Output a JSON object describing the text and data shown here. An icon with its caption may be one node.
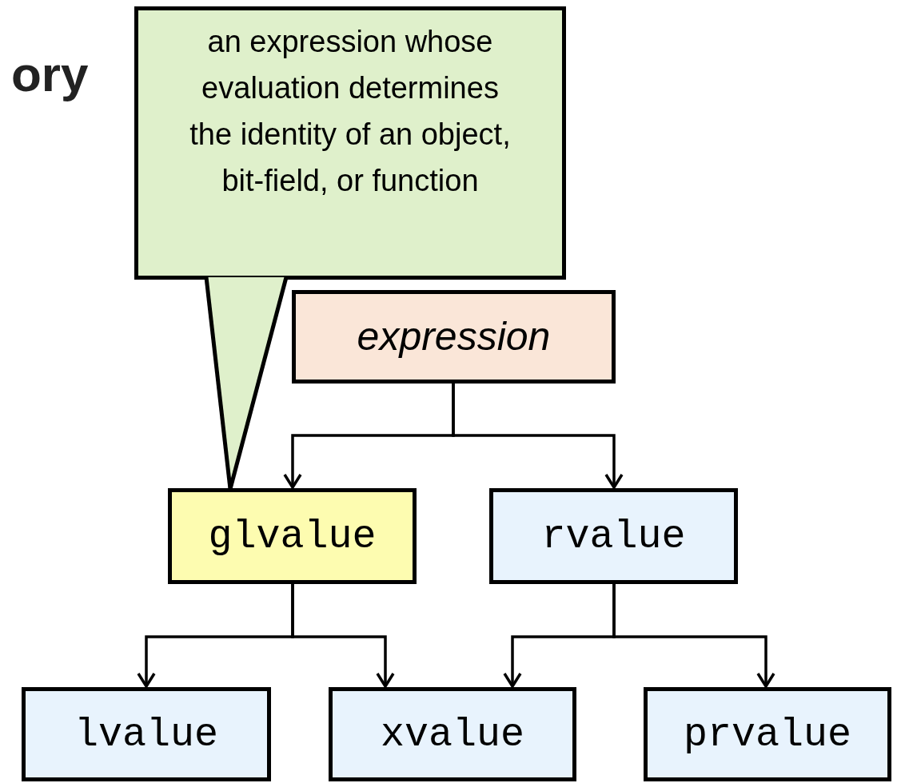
{
  "diagram": {
    "title": "ory",
    "nodes": [
      {
        "text": [
          "an expression whose evaluation determines the identity of an object, bit-field, or function"
        ]
      },
      {
        "text": [
          "expression"
        ]
      },
      {
        "text": [
          "glvalue"
        ]
      },
      {
        "text": [
          "rvalue"
        ]
      },
      {
        "text": [
          "lvalue"
        ]
      },
      {
        "text": [
          "xvalue"
        ]
      },
      {
        "text": [
          "prvalue"
        ]
      }
    ],
    "edges": [
      {
        "from": 0,
        "to": 2,
        "arrow": "none"
      },
      {
        "from": 1,
        "to": 2,
        "arrow": "to"
      },
      {
        "from": 1,
        "to": 3,
        "arrow": "to"
      },
      {
        "from": 2,
        "to": 4,
        "arrow": "to"
      },
      {
        "from": 2,
        "to": 5,
        "arrow": "to"
      },
      {
        "from": 3,
        "to": 5,
        "arrow": "to"
      },
      {
        "from": 3,
        "to": 6,
        "arrow": "to"
      }
    ]
  }
}
